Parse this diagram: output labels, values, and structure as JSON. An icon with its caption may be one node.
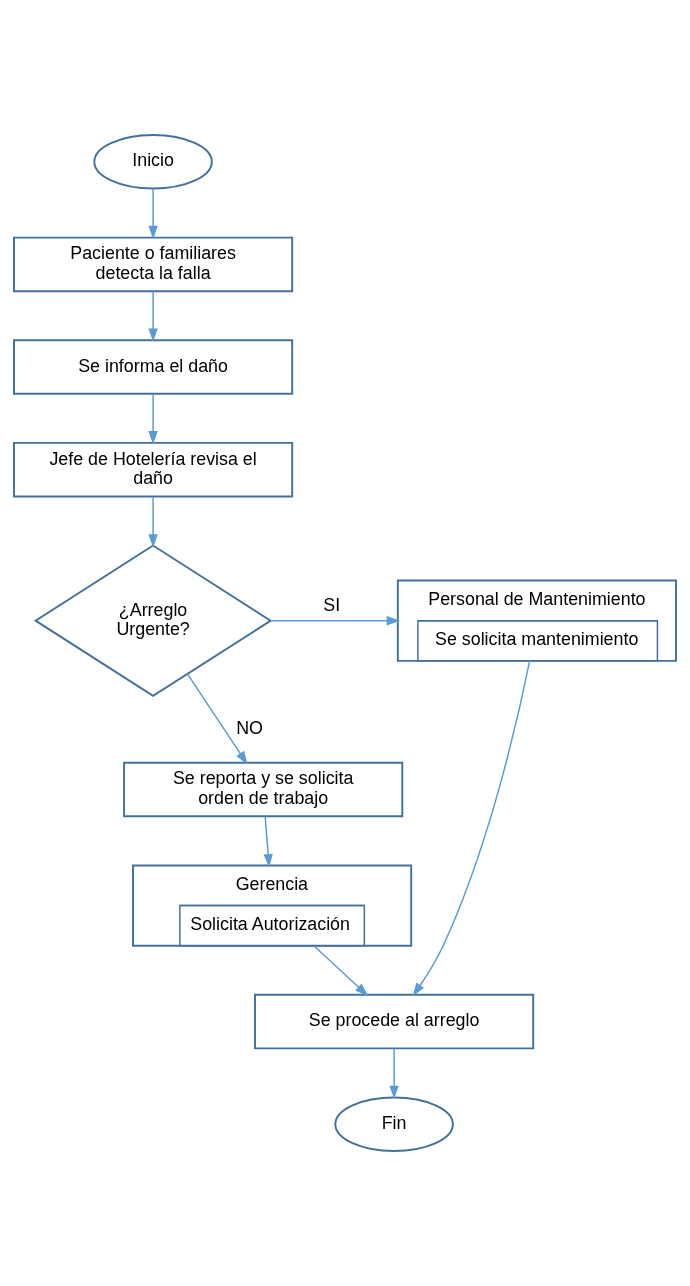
{
  "diagram": {
    "nodes": [
      {
        "text": [
          "Inicio"
        ]
      },
      {
        "text": [
          "Paciente o familiares detecta la falla"
        ]
      },
      {
        "text": [
          "Se informa el daño"
        ]
      },
      {
        "text": [
          "Jefe de Hotelería revisa el daño"
        ]
      },
      {
        "text": [
          "¿Arreglo Urgente?"
        ]
      },
      {
        "text": [
          "Personal de Mantenimiento",
          "Se solicita mantenimiento"
        ]
      },
      {
        "text": [
          "Se reporta y se solicita orden de trabajo"
        ]
      },
      {
        "text": [
          "Gerencia",
          "Solicita Autorización"
        ]
      },
      {
        "text": [
          "Se procede al arreglo"
        ]
      },
      {
        "text": [
          "Fin"
        ]
      }
    ],
    "edges": [
      {
        "from": 0,
        "to": 1,
        "arrow": "to"
      },
      {
        "from": 1,
        "to": 2,
        "arrow": "to"
      },
      {
        "from": 2,
        "to": 3,
        "arrow": "to"
      },
      {
        "from": 3,
        "to": 4,
        "arrow": "to"
      },
      {
        "from": 4,
        "to": 5,
        "arrow": "to",
        "label": "SI"
      },
      {
        "from": 4,
        "to": 6,
        "arrow": "to",
        "label": "NO"
      },
      {
        "from": 6,
        "to": 7,
        "arrow": "to"
      },
      {
        "from": 7,
        "to": 8,
        "arrow": "to"
      },
      {
        "from": 5,
        "to": 8,
        "arrow": "to"
      },
      {
        "from": 8,
        "to": 9,
        "arrow": "to"
      }
    ]
  }
}
